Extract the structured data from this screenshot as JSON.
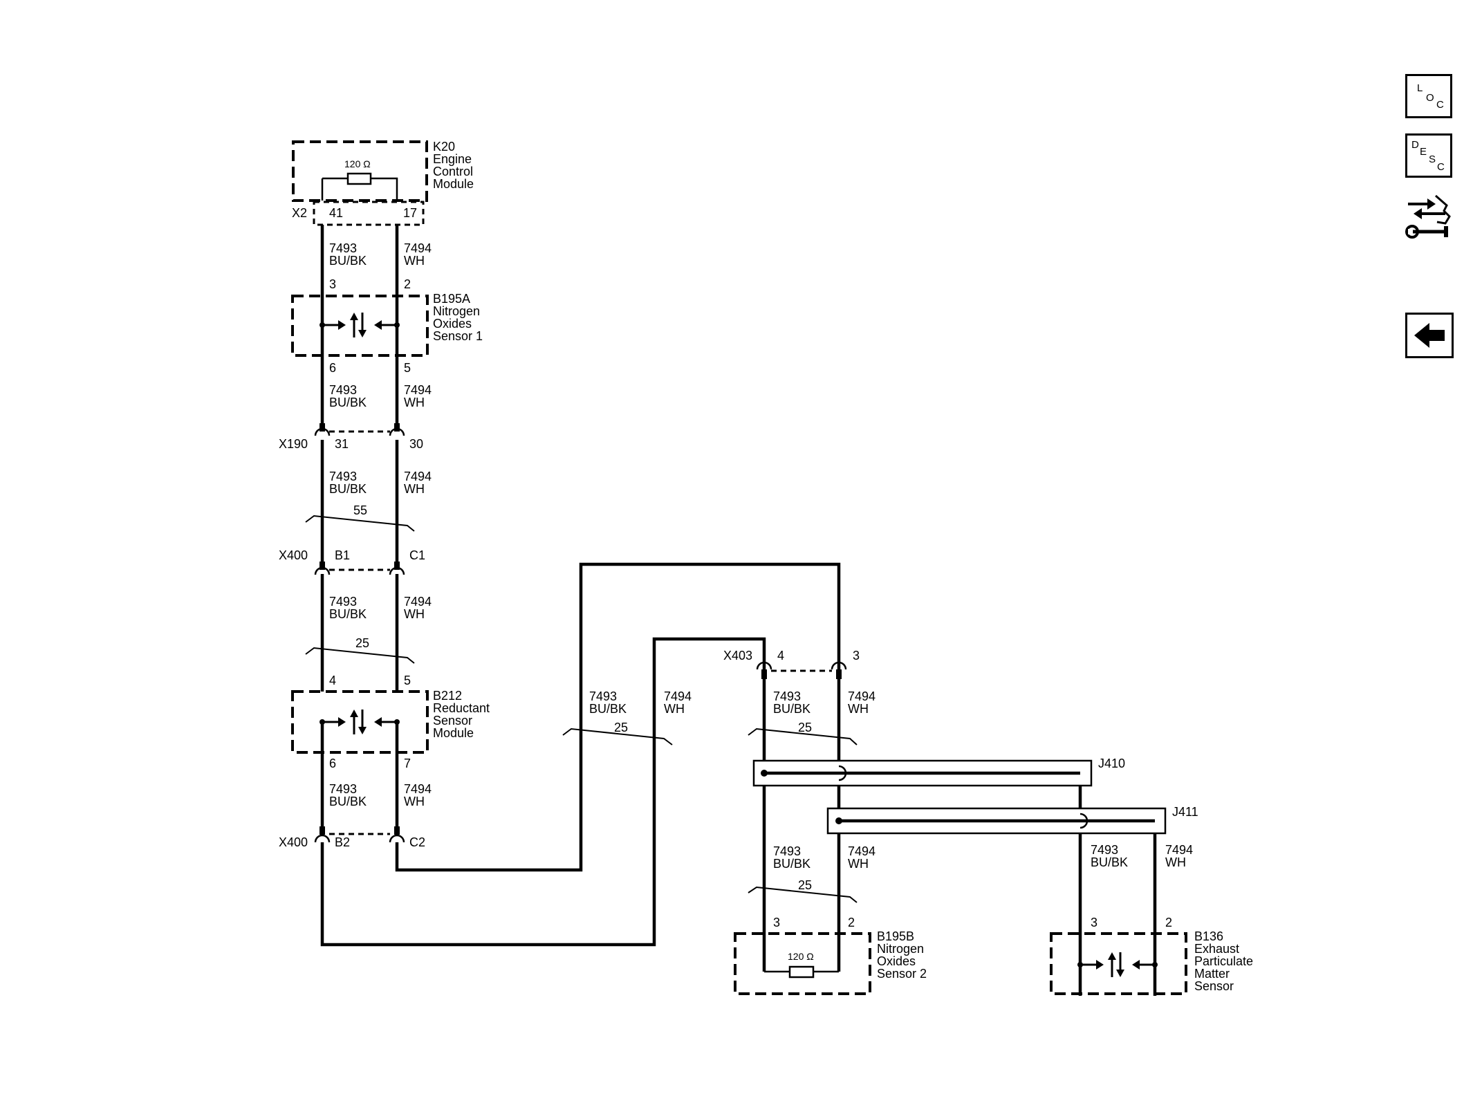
{
  "modules": {
    "k20": {
      "id": "K20",
      "line1": "Engine",
      "line2": "Control",
      "line3": "Module",
      "resistor": "120 Ω",
      "connector": "X2",
      "pin_left": "41",
      "pin_right": "17"
    },
    "b195a": {
      "id": "B195A",
      "line1": "Nitrogen",
      "line2": "Oxides",
      "line3": "Sensor 1",
      "pin_top_left": "3",
      "pin_top_right": "2",
      "pin_bottom_left": "6",
      "pin_bottom_right": "5"
    },
    "b212": {
      "id": "B212",
      "line1": "Reductant",
      "line2": "Sensor",
      "line3": "Module",
      "pin_top_left": "4",
      "pin_top_right": "5",
      "pin_bottom_left": "6",
      "pin_bottom_right": "7"
    },
    "b195b": {
      "id": "B195B",
      "line1": "Nitrogen",
      "line2": "Oxides",
      "line3": "Sensor 2",
      "resistor": "120 Ω",
      "pin_left": "3",
      "pin_right": "2"
    },
    "b136": {
      "id": "B136",
      "line1": "Exhaust",
      "line2": "Particulate",
      "line3": "Matter",
      "line4": "Sensor",
      "pin_left": "3",
      "pin_right": "2"
    }
  },
  "connectors": {
    "x190": {
      "id": "X190",
      "pin_left": "31",
      "pin_right": "30"
    },
    "x400_top": {
      "id": "X400",
      "pin_left": "B1",
      "pin_right": "C1"
    },
    "x400_bottom": {
      "id": "X400",
      "pin_left": "B2",
      "pin_right": "C2"
    },
    "x403": {
      "id": "X403",
      "pin_left": "4",
      "pin_right": "3"
    }
  },
  "splices": {
    "j410": "J410",
    "j411": "J411"
  },
  "wires": {
    "circuit_a": "7493",
    "color_a": "BU/BK",
    "circuit_b": "7494",
    "color_b": "WH"
  },
  "twists": {
    "t1": "55",
    "t2": "25",
    "t3": "25",
    "t4": "25",
    "t5": "25"
  },
  "nav": {
    "loc_letters": [
      "L",
      "O",
      "C"
    ],
    "desc_letters": [
      "D",
      "E",
      "S",
      "C"
    ]
  }
}
